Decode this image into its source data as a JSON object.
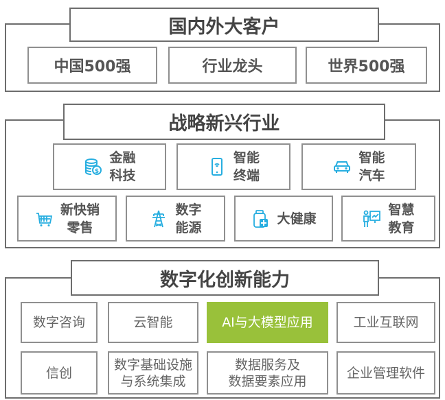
{
  "colors": {
    "frame": "#6d6d6d",
    "box_border": "#8f8f8f",
    "icon": "#27aee0",
    "highlight": "#99c13a"
  },
  "section1": {
    "title": "国内外大客户",
    "items": [
      "中国500强",
      "行业龙头",
      "世界500强"
    ]
  },
  "section2": {
    "title": "战略新兴行业",
    "items": [
      {
        "l1": "金融",
        "l2": "科技",
        "icon": "coins-icon"
      },
      {
        "l1": "智能",
        "l2": "终端",
        "icon": "smartphone-icon"
      },
      {
        "l1": "智能",
        "l2": "汽车",
        "icon": "car-icon"
      },
      {
        "l1": "新快销",
        "l2": "零售",
        "icon": "shopping-cart-icon"
      },
      {
        "l1": "数字",
        "l2": "能源",
        "icon": "power-tower-icon"
      },
      {
        "l1": "大健康",
        "l2": "",
        "icon": "medicine-bottle-icon"
      },
      {
        "l1": "智慧",
        "l2": "教育",
        "icon": "teacher-board-icon"
      }
    ]
  },
  "section3": {
    "title": "数字化创新能力",
    "items": [
      {
        "l1": "数字咨询",
        "l2": ""
      },
      {
        "l1": "云智能",
        "l2": ""
      },
      {
        "l1": "AI与大模型应用",
        "l2": "",
        "highlighted": true
      },
      {
        "l1": "工业互联网",
        "l2": ""
      },
      {
        "l1": "信创",
        "l2": ""
      },
      {
        "l1": "数字基础设施",
        "l2": "与系统集成"
      },
      {
        "l1": "数据服务及",
        "l2": "数据要素应用"
      },
      {
        "l1": "企业管理软件",
        "l2": ""
      }
    ]
  }
}
